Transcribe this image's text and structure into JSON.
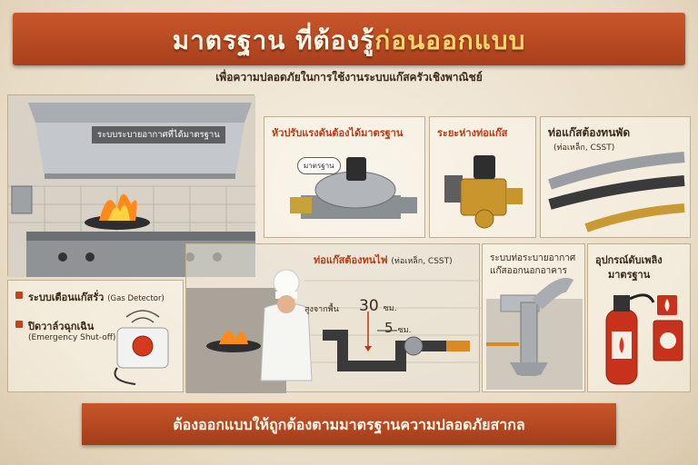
{
  "title": {
    "part1": "มาตรฐาน ที่ต้องรู้",
    "part2": "ก่อนออกแบบ"
  },
  "subtitle": "เพื่อความปลอดภัยในการใช้งานระบบแก๊สครัวเชิงพาณิชย์",
  "hood": {
    "label": "ระบบระบายอากาศที่ได้มาตรฐาน"
  },
  "regulator": {
    "label": "หัวปรับแรงดันต้องได้มาตรฐาน",
    "badge": "มาตรฐาน"
  },
  "valve": {
    "label": "ระยะห่างท่อแก๊ส"
  },
  "flexhose": {
    "label": "ท่อแก๊สต้องทนพัด",
    "sub": "(ท่อเหล็ก, CSST)"
  },
  "fireproof": {
    "label": "ท่อแก๊สต้องทนไฟ",
    "sub": "(ท่อเหล็ก, CSST)",
    "height_label": "สูงจากพื้น",
    "height_value": "30",
    "unit1": "ซม.",
    "distance_value": "5",
    "unit2": "ซม."
  },
  "detector": {
    "label": "ระบบเตือนแก๊สรั่ว",
    "sub": "(Gas Detector)"
  },
  "shutoff": {
    "label": "ปิดวาล์วฉุกเฉิน",
    "sub": "(Emergency Shut-off)"
  },
  "ventilation": {
    "line1": "ระบบท่อระบายอากาศ",
    "line2": "แก๊สออกนอกอาคาร"
  },
  "extinguisher": {
    "line1": "อุปกรณ์ดับเพลิง",
    "line2": "มาตรฐาน"
  },
  "footer": "ต้องออกแบบให้ถูกต้องตามมาตรฐานความปลอดภัยสากล",
  "colors": {
    "accent": "#c0451c",
    "banner": "#b5461f",
    "text": "#3b2a1a"
  }
}
